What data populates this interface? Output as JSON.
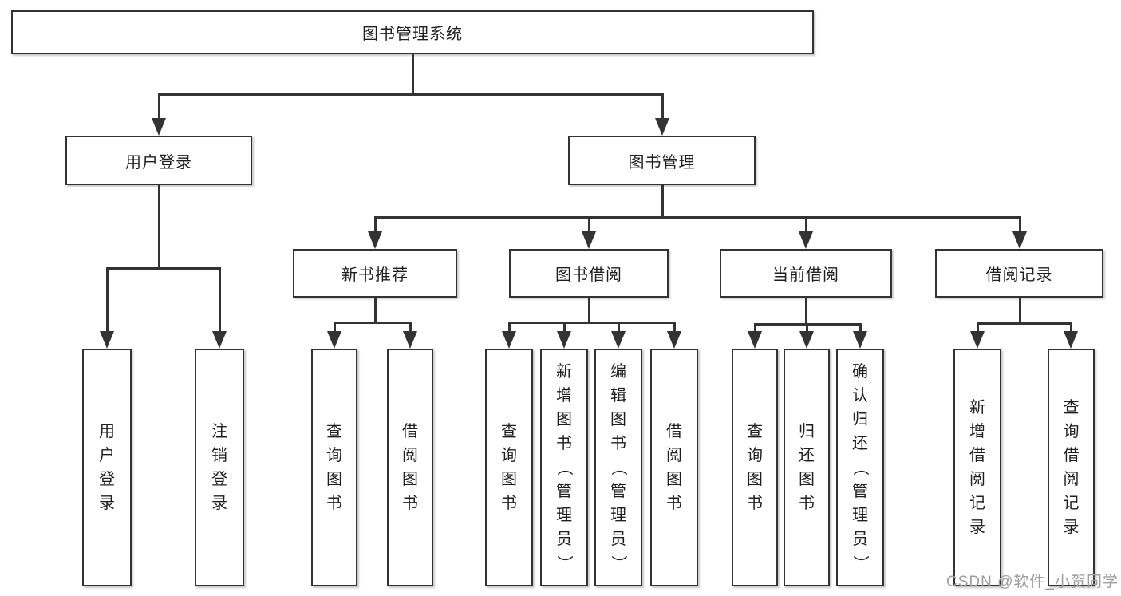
{
  "root_label": "图书管理系统",
  "nodes": {
    "user_login": {
      "label": "用户登录",
      "children": [
        "用户登录",
        "注销登录"
      ]
    },
    "book_mgmt": {
      "label": "图书管理"
    },
    "new_book_rec": {
      "label": "新书推荐",
      "children": [
        "查询图书",
        "借阅图书"
      ]
    },
    "book_borrow": {
      "label": "图书借阅",
      "children": [
        "查询图书",
        "新增图书（管理员）",
        "编辑图书（管理员）",
        "借阅图书"
      ]
    },
    "current_borrow": {
      "label": "当前借阅",
      "children": [
        "查询图书",
        "归还图书",
        "确认归还（管理员）"
      ]
    },
    "borrow_records": {
      "label": "借阅记录",
      "children": [
        "新增借阅记录",
        "查询借阅记录"
      ]
    }
  },
  "watermark": {
    "text": "CSDN @软件_小贺同学"
  },
  "colors": {
    "line": "#333333",
    "text": "#1f1f1f",
    "background": "#ffffff",
    "watermark": "#9e9e9e"
  }
}
